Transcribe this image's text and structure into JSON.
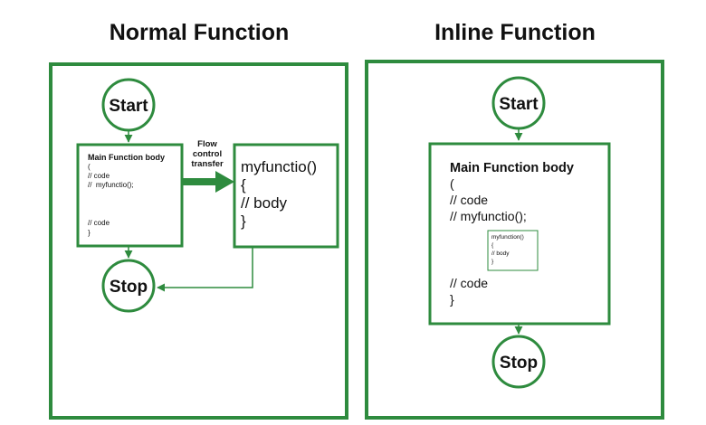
{
  "colors": {
    "accent": "#2e8b3e",
    "text": "#111111",
    "background": "#ffffff"
  },
  "normal": {
    "title": "Normal Function",
    "start": "Start",
    "stop": "Stop",
    "main_body": {
      "heading": "Main Function body",
      "lines": [
        "(",
        "// code",
        "//  myfunctio();",
        "// code",
        "}"
      ]
    },
    "flow_label": [
      "Flow",
      "control",
      "transfer"
    ],
    "function_box": {
      "lines": [
        "myfunctio()",
        "{",
        "// body",
        "}"
      ]
    }
  },
  "inline": {
    "title": "Inline Function",
    "start": "Start",
    "stop": "Stop",
    "main_body": {
      "heading": "Main Function body",
      "lines": [
        "(",
        "// code",
        "// myfunctio();",
        "// code",
        "}"
      ]
    },
    "inner_box": {
      "lines": [
        "myfunction()",
        "{",
        "// body",
        "}"
      ]
    }
  }
}
